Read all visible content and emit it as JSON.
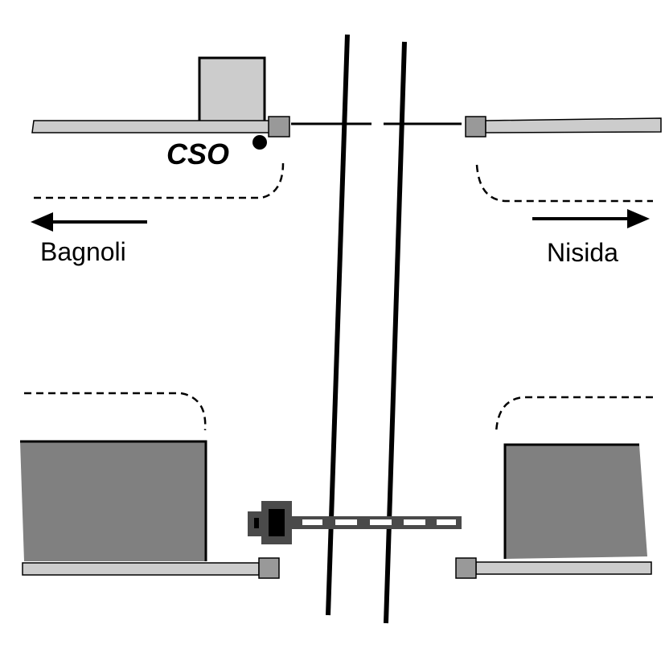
{
  "labels": {
    "cso": "CSO",
    "left_direction": "Bagnoli",
    "right_direction": "Nisida"
  },
  "colors": {
    "light_gray": "#cccccc",
    "mid_gray": "#999999",
    "dark_gray": "#808080",
    "barrier": "#4a4a4a",
    "ink": "#000000"
  }
}
